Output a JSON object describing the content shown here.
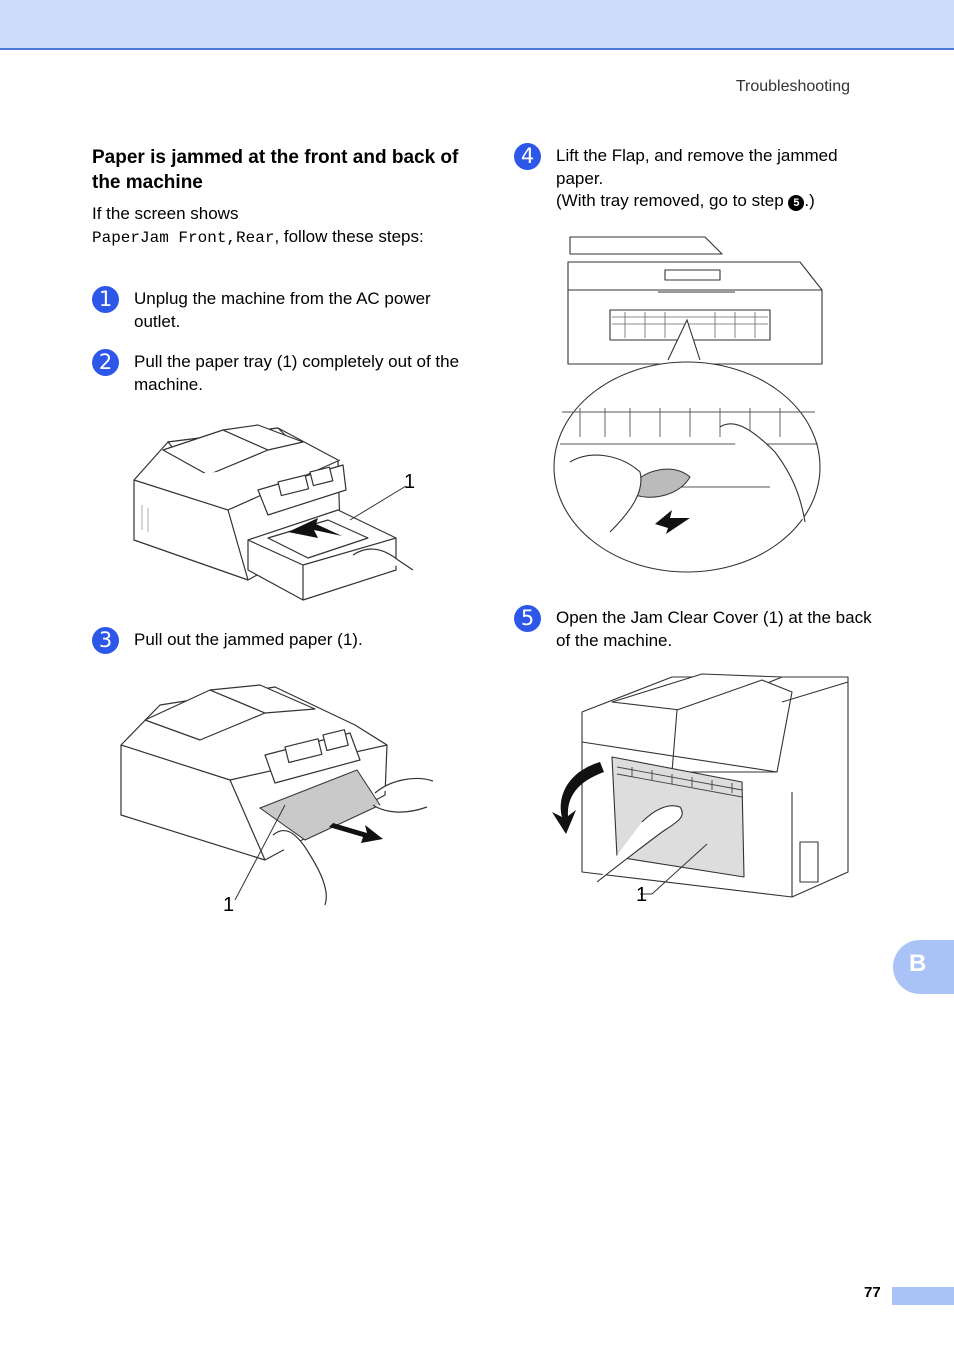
{
  "header": {
    "section": "Troubleshooting"
  },
  "left": {
    "heading": "Paper is jammed at the front and back of the machine",
    "intro_prefix": "If the screen shows",
    "intro_code": "PaperJam Front,Rear",
    "intro_suffix": ", follow these steps:",
    "steps": [
      {
        "num": "1",
        "text": "Unplug the machine from the AC power outlet."
      },
      {
        "num": "2",
        "text": "Pull the paper tray (1) completely out of the machine."
      },
      {
        "num": "3",
        "text": "Pull out the jammed paper (1)."
      }
    ],
    "fig_labels": {
      "tray": "1",
      "paper": "1"
    }
  },
  "right": {
    "steps": [
      {
        "num": "4",
        "line1": "Lift the Flap, and remove the jammed paper.",
        "line2_prefix": "(With tray removed, go to step ",
        "line2_ref": "5",
        "line2_suffix": ".)"
      },
      {
        "num": "5",
        "text": "Open the Jam Clear Cover (1) at the back of the machine."
      }
    ],
    "fig_labels": {
      "cover": "1"
    }
  },
  "side_tab": "B",
  "page_number": "77",
  "colors": {
    "accent": "#2c57e8",
    "header_band": "#cddcfb",
    "tab": "#a9c3f6"
  }
}
